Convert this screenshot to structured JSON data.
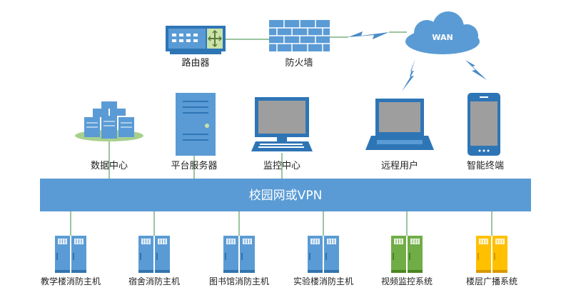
{
  "network_bar": {
    "label": "校园网或VPN",
    "color": "#5a9bd5"
  },
  "top": {
    "router": "路由器",
    "firewall": "防火墙",
    "wan": "WAN"
  },
  "middle": [
    {
      "id": "datacenter",
      "label": "数据中心"
    },
    {
      "id": "platform-server",
      "label": "平台服务器"
    },
    {
      "id": "monitor-center",
      "label": "监控中心"
    },
    {
      "id": "remote-user",
      "label": "远程用户"
    },
    {
      "id": "smart-terminal",
      "label": "智能终端"
    }
  ],
  "bottom": [
    {
      "id": "teaching-building",
      "label": "教学楼消防主机",
      "color": "#5a9bd5"
    },
    {
      "id": "dormitory",
      "label": "宿舍消防主机",
      "color": "#5a9bd5"
    },
    {
      "id": "library",
      "label": "图书馆消防主机",
      "color": "#5a9bd5"
    },
    {
      "id": "lab-building",
      "label": "实验楼消防主机",
      "color": "#5a9bd5"
    },
    {
      "id": "video-monitor",
      "label": "视频监控系统",
      "color": "#70ad47"
    },
    {
      "id": "broadcast",
      "label": "楼层广播系统",
      "color": "#ffc000"
    }
  ],
  "colors": {
    "device_blue": "#5a9bd5",
    "device_dark": "#2e75b6",
    "line_green": "#9bc4a0",
    "screen_gray": "#9e9e9e"
  }
}
